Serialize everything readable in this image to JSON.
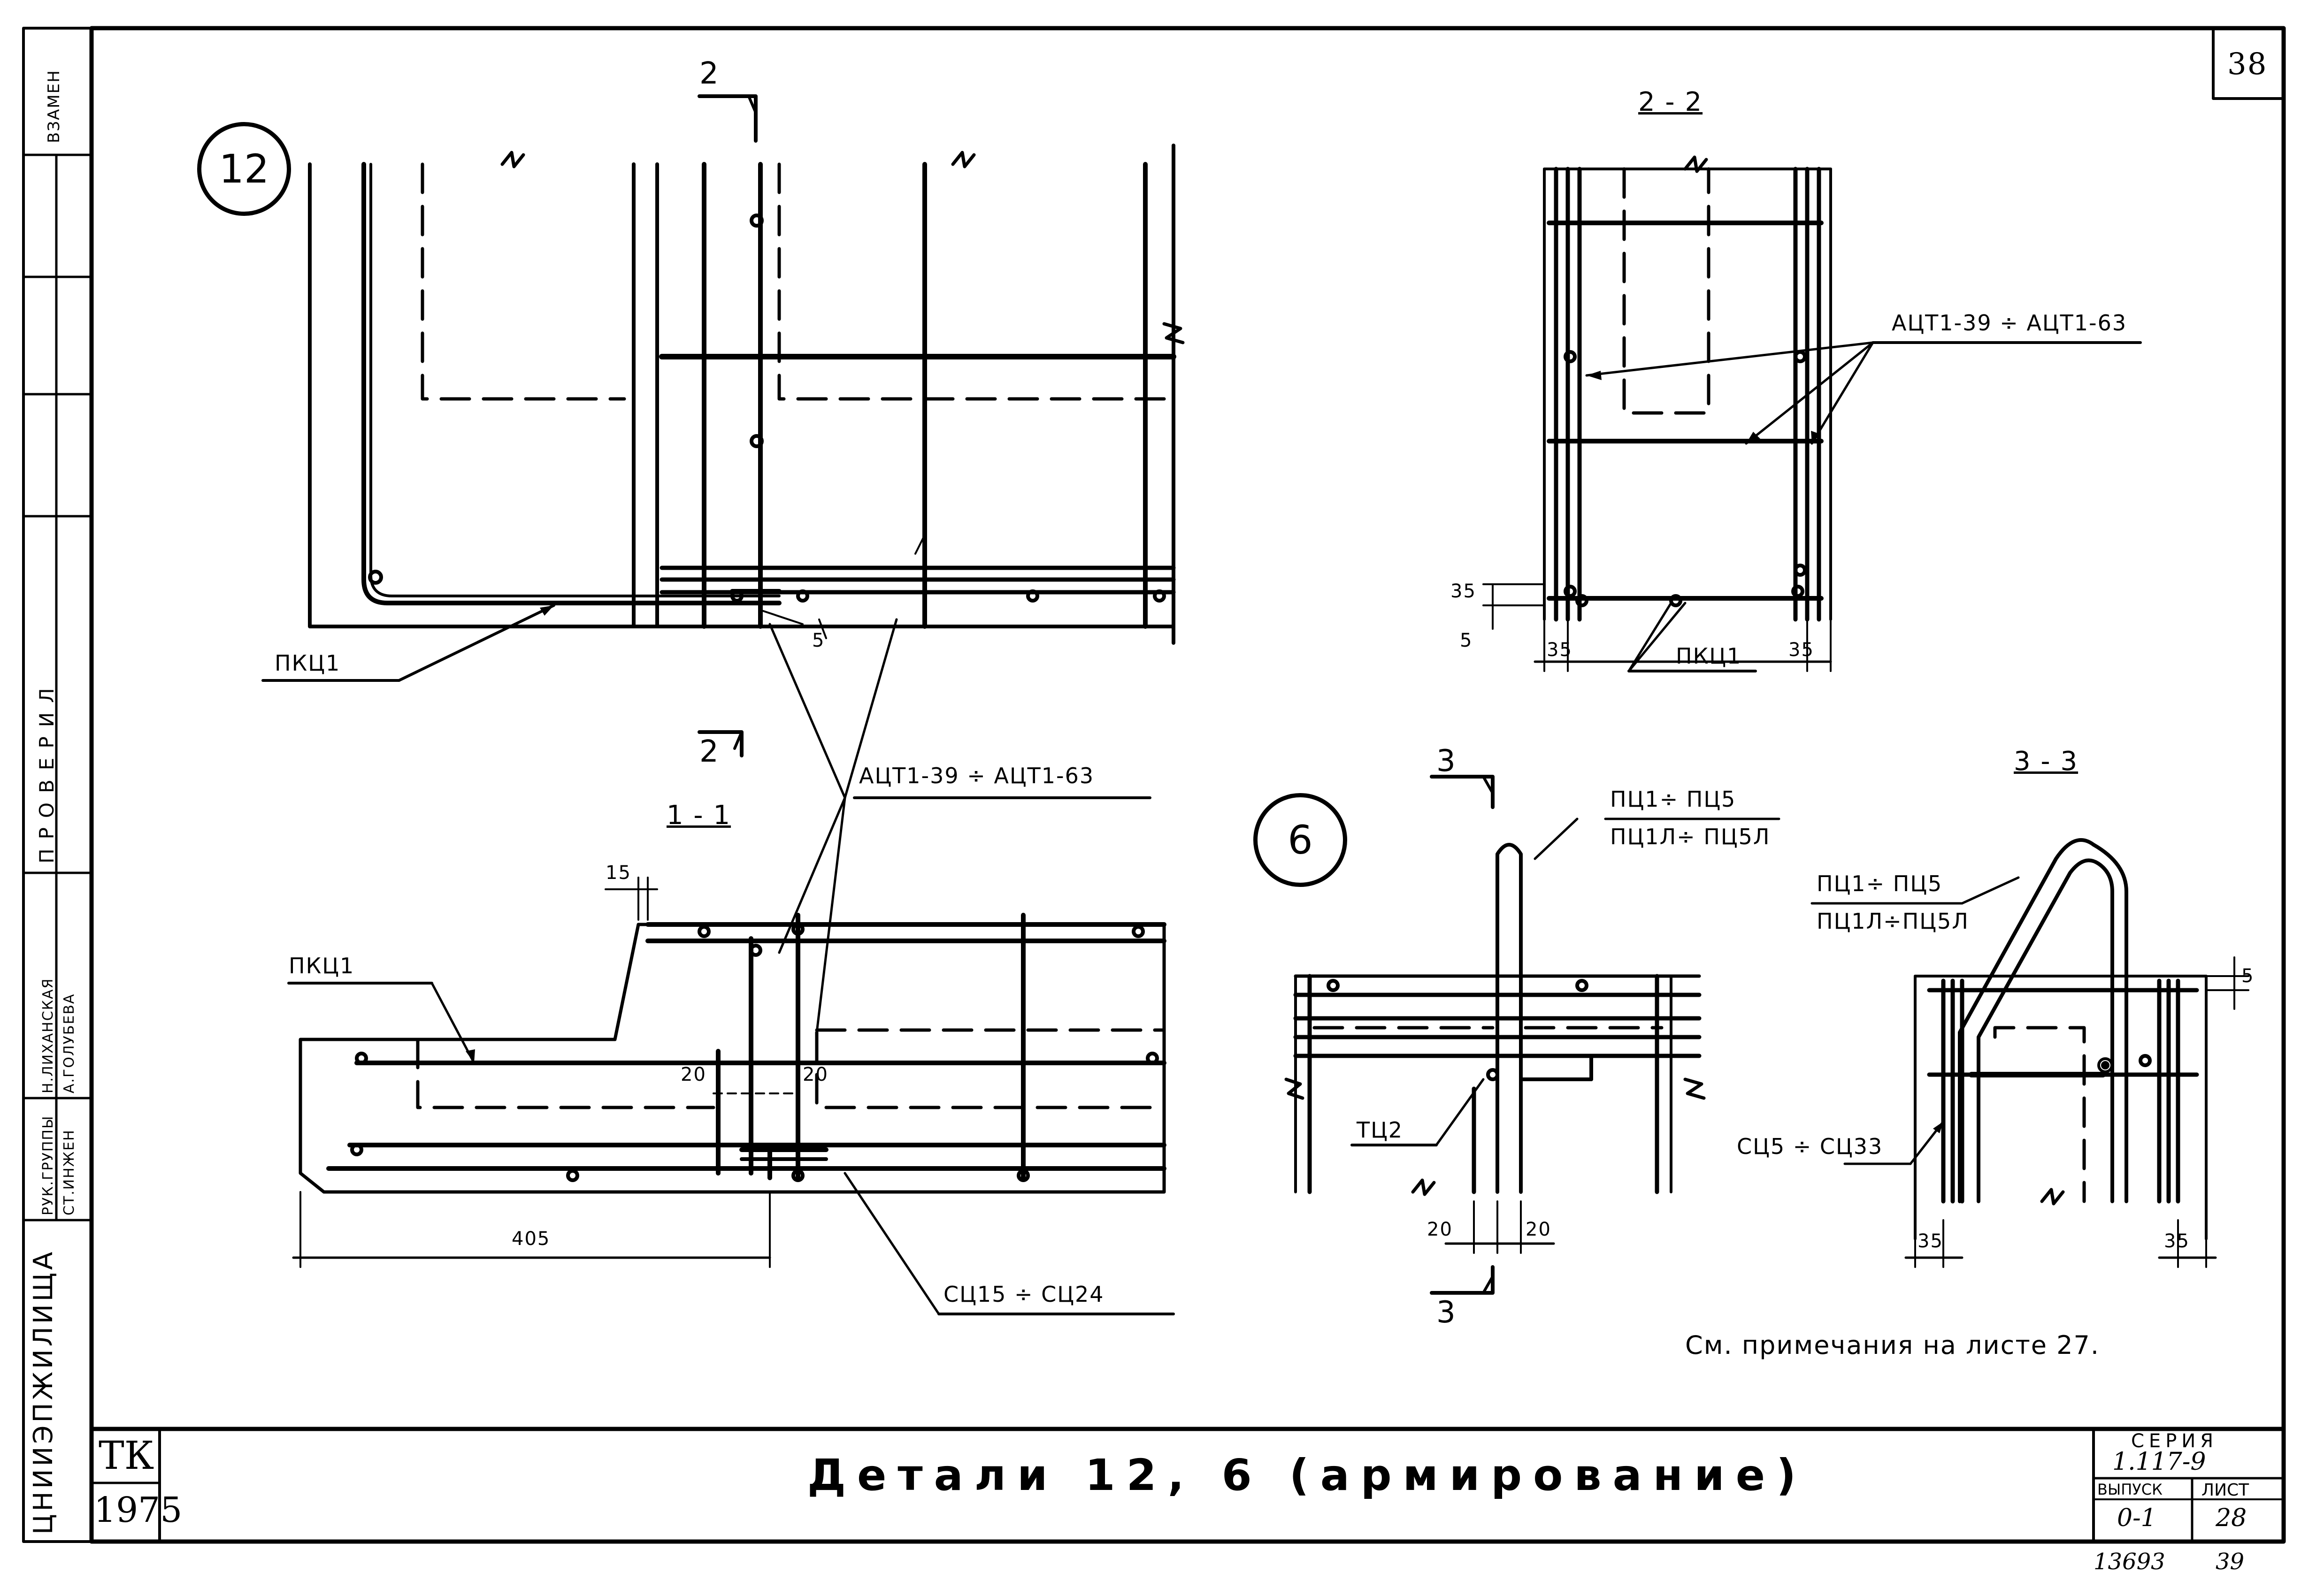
{
  "sheet_number": "38",
  "details": {
    "d12": "12",
    "d6": "6"
  },
  "sections": {
    "s22": "2 - 2",
    "s11": "1 - 1",
    "s33": "3 - 3",
    "cut2_top": "2",
    "cut2_bottom": "2",
    "cut3_top": "3",
    "cut3_bottom": "3"
  },
  "labels": {
    "pkc1": "ПКЦ1",
    "pkc1_b": "ПКЦ1",
    "pkc1_c": "ПКЦ1",
    "act_range": "АЦТ1-39 ÷ АЦТ1-63",
    "act_range_b": "АЦТ1-39 ÷ АЦТ1-63",
    "sc_range": "СЦ15 ÷ СЦ24",
    "pc_range": "ПЦ1÷ ПЦ5",
    "pc_range_l": "ПЦ1Л÷ ПЦ5Л",
    "pc_range_b": "ПЦ1÷ ПЦ5",
    "pc_range_lb": "ПЦ1Л÷ПЦ5Л",
    "tc2": "ТЦ2",
    "sc_range_b": "СЦ5 ÷ СЦ33"
  },
  "dims": {
    "d405": "405",
    "d15": "15",
    "d20a": "20",
    "d20b": "20",
    "d20c": "20",
    "d20d": "20",
    "d35a": "35",
    "d35b": "35",
    "d35c": "35",
    "d5a": "5",
    "d35d": "35",
    "d35e": "35",
    "d5b": "5",
    "d5c": "5"
  },
  "note": "См. примечания на листе 27.",
  "title": "Детали 12, 6 (армирование)",
  "stamp": {
    "tk": "ТК",
    "year": "1975",
    "series_label": "СЕРИЯ",
    "series_value": "1.117-9",
    "issue_label": "ВЫПУСК",
    "issue_value": "0-1",
    "sheet_label": "ЛИСТ",
    "sheet_value": "28",
    "inventory": "13693",
    "inventory_sheet": "39"
  },
  "side_block": {
    "vzamen": "ВЗАМЕН",
    "proveril": "ПРОВЕРИЛ",
    "ruk_grupp": "РУК.ГРУППЫ",
    "st_inzh": "СТ.ИНЖЕН",
    "name1": "Н.ЛИХАНСКАЯ",
    "name2": "А.ГОЛУБЕВА",
    "org": "ЦНИИЭПЖИЛИЩА"
  }
}
